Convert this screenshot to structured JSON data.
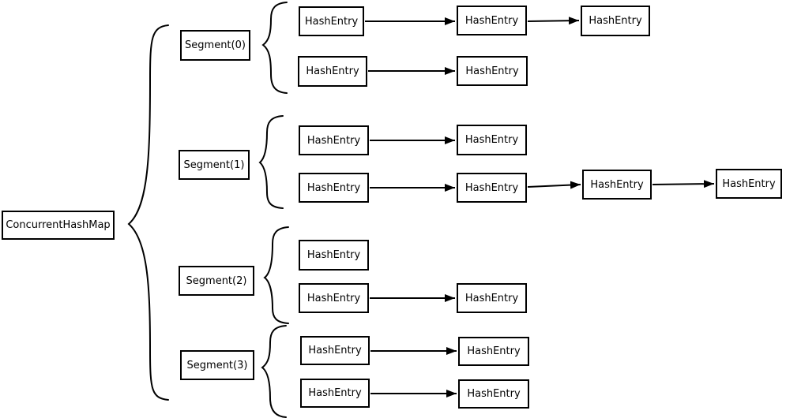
{
  "diagram": {
    "background_color": "#ffffff",
    "line_color": "#000000",
    "box_fill_color": "#ffffff",
    "root_label": "ConcurrentHashMap",
    "segments": [
      {
        "label": "Segment(0)",
        "buckets": [
          [
            "HashEntry",
            "HashEntry",
            "HashEntry"
          ],
          [
            "HashEntry",
            "HashEntry"
          ]
        ]
      },
      {
        "label": "Segment(1)",
        "buckets": [
          [
            "HashEntry",
            "HashEntry"
          ],
          [
            "HashEntry",
            "HashEntry",
            "HashEntry",
            "HashEntry"
          ]
        ]
      },
      {
        "label": "Segment(2)",
        "buckets": [
          [
            "HashEntry"
          ],
          [
            "HashEntry",
            "HashEntry"
          ]
        ]
      },
      {
        "label": "Segment(3)",
        "buckets": [
          [
            "HashEntry",
            "HashEntry"
          ],
          [
            "HashEntry",
            "HashEntry"
          ]
        ]
      }
    ]
  }
}
